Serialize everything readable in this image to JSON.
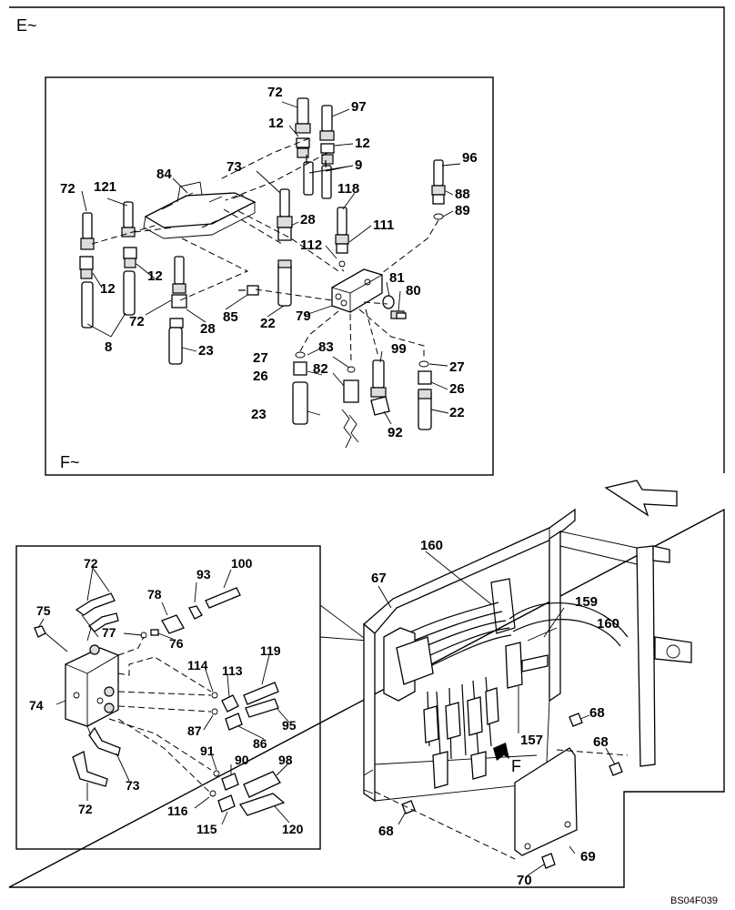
{
  "view_labels": {
    "top_left": "E~",
    "detail_e_bottom": "F~",
    "detail_f_arrow": "F"
  },
  "drawing_code": "BS04F039",
  "detail_e": {
    "parts": [
      {
        "ref": "72"
      },
      {
        "ref": "97"
      },
      {
        "ref": "12"
      },
      {
        "ref": "12"
      },
      {
        "ref": "73"
      },
      {
        "ref": "9"
      },
      {
        "ref": "84"
      },
      {
        "ref": "96"
      },
      {
        "ref": "88"
      },
      {
        "ref": "89"
      },
      {
        "ref": "72"
      },
      {
        "ref": "121"
      },
      {
        "ref": "118"
      },
      {
        "ref": "28"
      },
      {
        "ref": "111"
      },
      {
        "ref": "112"
      },
      {
        "ref": "12"
      },
      {
        "ref": "12"
      },
      {
        "ref": "81"
      },
      {
        "ref": "80"
      },
      {
        "ref": "72"
      },
      {
        "ref": "28"
      },
      {
        "ref": "85"
      },
      {
        "ref": "22"
      },
      {
        "ref": "79"
      },
      {
        "ref": "8"
      },
      {
        "ref": "23"
      },
      {
        "ref": "27"
      },
      {
        "ref": "83"
      },
      {
        "ref": "99"
      },
      {
        "ref": "27"
      },
      {
        "ref": "26"
      },
      {
        "ref": "82"
      },
      {
        "ref": "26"
      },
      {
        "ref": "23"
      },
      {
        "ref": "22"
      },
      {
        "ref": "92"
      }
    ]
  },
  "detail_f": {
    "parts": [
      {
        "ref": "72"
      },
      {
        "ref": "93"
      },
      {
        "ref": "100"
      },
      {
        "ref": "78"
      },
      {
        "ref": "75"
      },
      {
        "ref": "77"
      },
      {
        "ref": "76"
      },
      {
        "ref": "114"
      },
      {
        "ref": "113"
      },
      {
        "ref": "119"
      },
      {
        "ref": "74"
      },
      {
        "ref": "87"
      },
      {
        "ref": "86"
      },
      {
        "ref": "95"
      },
      {
        "ref": "91"
      },
      {
        "ref": "90"
      },
      {
        "ref": "98"
      },
      {
        "ref": "73"
      },
      {
        "ref": "72"
      },
      {
        "ref": "116"
      },
      {
        "ref": "115"
      },
      {
        "ref": "120"
      }
    ]
  },
  "main_view": {
    "parts": [
      {
        "ref": "160"
      },
      {
        "ref": "67"
      },
      {
        "ref": "159"
      },
      {
        "ref": "160"
      },
      {
        "ref": "68"
      },
      {
        "ref": "157"
      },
      {
        "ref": "68"
      },
      {
        "ref": "68"
      },
      {
        "ref": "69"
      },
      {
        "ref": "70"
      }
    ]
  }
}
